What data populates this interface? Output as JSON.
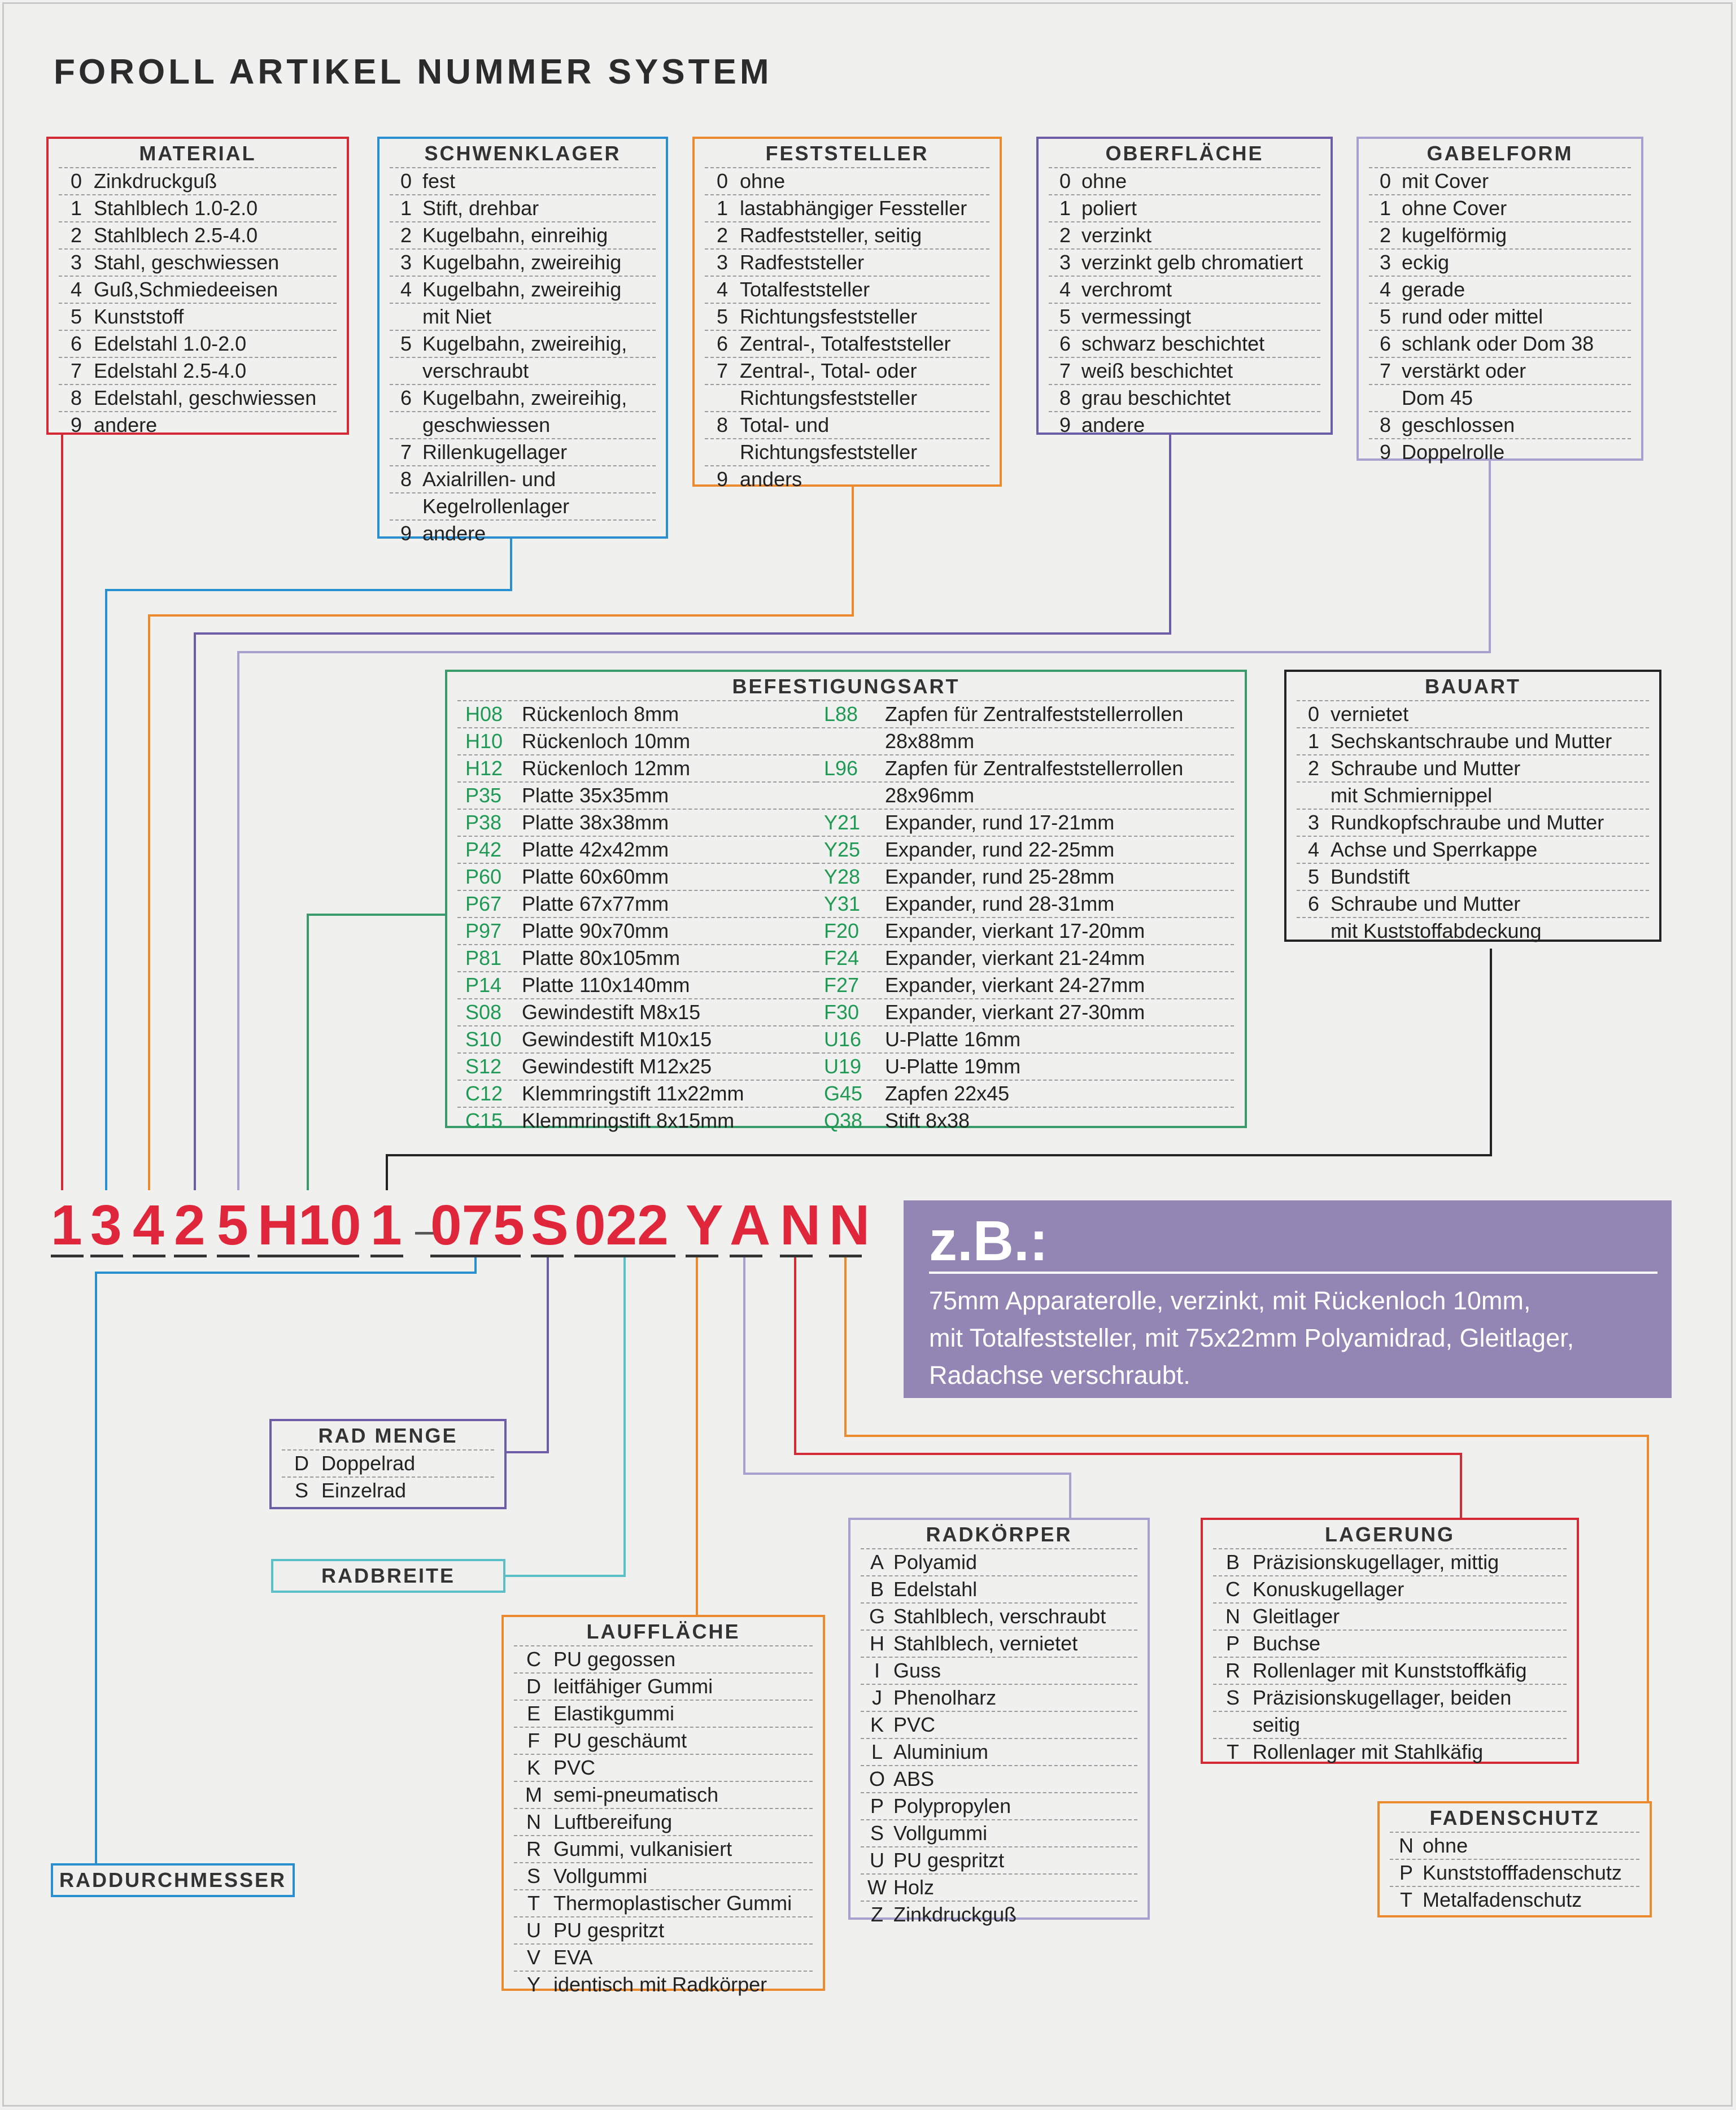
{
  "title": "FOROLL ARTIKEL NUMMER SYSTEM",
  "colors": {
    "material": "#d42a36",
    "schwenklager": "#2a8fd0",
    "feststeller": "#ec8a2e",
    "oberflaeche": "#6d5ca7",
    "gabelform": "#a8a1d0",
    "befestigung": "#3a9a6a",
    "bauart": "#222222",
    "radmenge": "#6d5ca7",
    "radbreite": "#5bbfc7",
    "laufflaeche": "#ec8a2e",
    "radkoerper": "#a8a1d0",
    "lagerung": "#d42a36",
    "fadenschutz": "#ec8a2e",
    "raddurchmesser": "#2a8fd0",
    "code_red": "#e0263a",
    "example_bg": "#9386b4"
  },
  "material": {
    "title": "MATERIAL",
    "items": [
      {
        "code": "0",
        "text": "Zinkdruckguß"
      },
      {
        "code": "1",
        "text": "Stahlblech 1.0-2.0"
      },
      {
        "code": "2",
        "text": "Stahlblech 2.5-4.0"
      },
      {
        "code": "3",
        "text": "Stahl, geschwiessen"
      },
      {
        "code": "4",
        "text": "Guß,Schmiedeeisen"
      },
      {
        "code": "5",
        "text": "Kunststoff"
      },
      {
        "code": "6",
        "text": "Edelstahl 1.0-2.0"
      },
      {
        "code": "7",
        "text": "Edelstahl 2.5-4.0"
      },
      {
        "code": "8",
        "text": "Edelstahl, geschwiessen"
      },
      {
        "code": "9",
        "text": "andere"
      }
    ]
  },
  "schwenklager": {
    "title": "SCHWENKLAGER",
    "items": [
      {
        "code": "0",
        "text": "fest"
      },
      {
        "code": "1",
        "text": "Stift, drehbar"
      },
      {
        "code": "2",
        "text": "Kugelbahn, einreihig"
      },
      {
        "code": "3",
        "text": "Kugelbahn, zweireihig"
      },
      {
        "code": "4",
        "text": "Kugelbahn, zweireihig"
      },
      {
        "code": "",
        "text": "mit Niet"
      },
      {
        "code": "5",
        "text": "Kugelbahn, zweireihig,"
      },
      {
        "code": "",
        "text": "verschraubt"
      },
      {
        "code": "6",
        "text": "Kugelbahn, zweireihig,"
      },
      {
        "code": "",
        "text": "geschwiessen"
      },
      {
        "code": "7",
        "text": "Rillenkugellager"
      },
      {
        "code": "8",
        "text": "Axialrillen- und"
      },
      {
        "code": "",
        "text": "Kegelrollenlager"
      },
      {
        "code": "9",
        "text": "andere"
      }
    ]
  },
  "feststeller": {
    "title": "FESTSTELLER",
    "items": [
      {
        "code": "0",
        "text": "ohne"
      },
      {
        "code": "1",
        "text": "lastabhängiger Fessteller"
      },
      {
        "code": "2",
        "text": "Radfeststeller, seitig"
      },
      {
        "code": "3",
        "text": "Radfeststeller"
      },
      {
        "code": "4",
        "text": "Totalfeststeller"
      },
      {
        "code": "5",
        "text": "Richtungsfeststeller"
      },
      {
        "code": "6",
        "text": "Zentral-, Totalfeststeller"
      },
      {
        "code": "7",
        "text": "Zentral-, Total- oder"
      },
      {
        "code": "",
        "text": "Richtungsfeststeller"
      },
      {
        "code": "8",
        "text": "Total- und"
      },
      {
        "code": "",
        "text": "Richtungsfeststeller"
      },
      {
        "code": "9",
        "text": "anders"
      }
    ]
  },
  "oberflaeche": {
    "title": "OBERFLÄCHE",
    "items": [
      {
        "code": "0",
        "text": "ohne"
      },
      {
        "code": "1",
        "text": "poliert"
      },
      {
        "code": "2",
        "text": "verzinkt"
      },
      {
        "code": "3",
        "text": "verzinkt gelb chromatiert"
      },
      {
        "code": "4",
        "text": "verchromt"
      },
      {
        "code": "5",
        "text": "vermessingt"
      },
      {
        "code": "6",
        "text": "schwarz beschichtet"
      },
      {
        "code": "7",
        "text": "weiß beschichtet"
      },
      {
        "code": "8",
        "text": "grau beschichtet"
      },
      {
        "code": "9",
        "text": "andere"
      }
    ]
  },
  "gabelform": {
    "title": "GABELFORM",
    "items": [
      {
        "code": "0",
        "text": "mit Cover"
      },
      {
        "code": "1",
        "text": "ohne Cover"
      },
      {
        "code": "2",
        "text": "kugelförmig"
      },
      {
        "code": "3",
        "text": "eckig"
      },
      {
        "code": "4",
        "text": "gerade"
      },
      {
        "code": "5",
        "text": "rund oder mittel"
      },
      {
        "code": "6",
        "text": "schlank oder Dom 38"
      },
      {
        "code": "7",
        "text": "verstärkt oder"
      },
      {
        "code": "",
        "text": "Dom 45"
      },
      {
        "code": "8",
        "text": "geschlossen"
      },
      {
        "code": "9",
        "text": "Doppelrolle"
      }
    ]
  },
  "befestigung": {
    "title": "BEFESTIGUNGSART",
    "left": [
      {
        "code": "H08",
        "text": "Rückenloch 8mm"
      },
      {
        "code": "H10",
        "text": "Rückenloch 10mm"
      },
      {
        "code": "H12",
        "text": "Rückenloch 12mm"
      },
      {
        "code": "P35",
        "text": "Platte 35x35mm"
      },
      {
        "code": "P38",
        "text": "Platte 38x38mm"
      },
      {
        "code": "P42",
        "text": "Platte 42x42mm"
      },
      {
        "code": "P60",
        "text": "Platte 60x60mm"
      },
      {
        "code": "P67",
        "text": "Platte 67x77mm"
      },
      {
        "code": "P97",
        "text": "Platte 90x70mm"
      },
      {
        "code": "P81",
        "text": "Platte 80x105mm"
      },
      {
        "code": "P14",
        "text": "Platte 110x140mm"
      },
      {
        "code": "S08",
        "text": "Gewindestift M8x15"
      },
      {
        "code": "S10",
        "text": "Gewindestift M10x15"
      },
      {
        "code": "S12",
        "text": "Gewindestift M12x25"
      },
      {
        "code": "C12",
        "text": "Klemmringstift 11x22mm"
      },
      {
        "code": "C15",
        "text": "Klemmringstift 8x15mm"
      }
    ],
    "right": [
      {
        "code": "L88",
        "text": "Zapfen für Zentralfeststellerrollen"
      },
      {
        "code": "",
        "text": "28x88mm"
      },
      {
        "code": "L96",
        "text": "Zapfen für Zentralfeststellerrollen"
      },
      {
        "code": "",
        "text": "28x96mm"
      },
      {
        "code": "Y21",
        "text": "Expander, rund 17-21mm"
      },
      {
        "code": "Y25",
        "text": "Expander, rund 22-25mm"
      },
      {
        "code": "Y28",
        "text": "Expander, rund 25-28mm"
      },
      {
        "code": "Y31",
        "text": "Expander, rund 28-31mm"
      },
      {
        "code": "F20",
        "text": "Expander, vierkant 17-20mm"
      },
      {
        "code": "F24",
        "text": "Expander, vierkant 21-24mm"
      },
      {
        "code": "F27",
        "text": "Expander, vierkant 24-27mm"
      },
      {
        "code": "F30",
        "text": "Expander, vierkant 27-30mm"
      },
      {
        "code": "U16",
        "text": "U-Platte 16mm"
      },
      {
        "code": "U19",
        "text": "U-Platte 19mm"
      },
      {
        "code": "G45",
        "text": "Zapfen 22x45"
      },
      {
        "code": "Q38",
        "text": "Stift 8x38"
      }
    ]
  },
  "bauart": {
    "title": "BAUART",
    "items": [
      {
        "code": "0",
        "text": "vernietet"
      },
      {
        "code": "1",
        "text": "Sechskantschraube und Mutter"
      },
      {
        "code": "2",
        "text": "Schraube und Mutter"
      },
      {
        "code": "",
        "text": "mit Schmiernippel"
      },
      {
        "code": "3",
        "text": "Rundkopfschraube und Mutter"
      },
      {
        "code": "4",
        "text": "Achse und Sperrkappe"
      },
      {
        "code": "5",
        "text": "Bundstift"
      },
      {
        "code": "6",
        "text": "Schraube und Mutter"
      },
      {
        "code": "",
        "text": "mit Kuststoffabdeckung"
      }
    ]
  },
  "code": {
    "segments": [
      "1",
      "3",
      "4",
      "2",
      "5",
      "H10",
      "1",
      "–",
      "075",
      "S",
      "022",
      "Y",
      "A",
      "N",
      "N"
    ]
  },
  "example": {
    "title": "z.B.:",
    "lines": [
      "75mm Apparaterolle, verzinkt, mit Rückenloch 10mm,",
      "mit Totalfeststeller, mit 75x22mm Polyamidrad, Gleitlager,",
      "Radachse verschraubt."
    ]
  },
  "radmenge": {
    "title": "RAD MENGE",
    "items": [
      {
        "code": "D",
        "text": "Doppelrad"
      },
      {
        "code": "S",
        "text": "Einzelrad"
      }
    ]
  },
  "radbreite": {
    "title": "RADBREITE"
  },
  "raddurchmesser": {
    "title": "RADDURCHMESSER"
  },
  "laufflaeche": {
    "title": "LAUFFLÄCHE",
    "items": [
      {
        "code": "C",
        "text": "PU gegossen"
      },
      {
        "code": "D",
        "text": "leitfähiger Gummi"
      },
      {
        "code": "E",
        "text": "Elastikgummi"
      },
      {
        "code": "F",
        "text": "PU geschäumt"
      },
      {
        "code": "K",
        "text": "PVC"
      },
      {
        "code": "M",
        "text": "semi-pneumatisch"
      },
      {
        "code": "N",
        "text": "Luftbereifung"
      },
      {
        "code": "R",
        "text": "Gummi, vulkanisiert"
      },
      {
        "code": "S",
        "text": "Vollgummi"
      },
      {
        "code": "T",
        "text": "Thermoplastischer Gummi"
      },
      {
        "code": "U",
        "text": "PU gespritzt"
      },
      {
        "code": "V",
        "text": "EVA"
      },
      {
        "code": "Y",
        "text": "identisch mit Radkörper"
      }
    ]
  },
  "radkoerper": {
    "title": "RADKÖRPER",
    "items": [
      {
        "code": "A",
        "text": "Polyamid"
      },
      {
        "code": "B",
        "text": "Edelstahl"
      },
      {
        "code": "G",
        "text": "Stahlblech, verschraubt"
      },
      {
        "code": "H",
        "text": "Stahlblech, vernietet"
      },
      {
        "code": "I",
        "text": "Guss"
      },
      {
        "code": "J",
        "text": "Phenolharz"
      },
      {
        "code": "K",
        "text": "PVC"
      },
      {
        "code": "L",
        "text": "Aluminium"
      },
      {
        "code": "O",
        "text": "ABS"
      },
      {
        "code": "P",
        "text": "Polypropylen"
      },
      {
        "code": "S",
        "text": "Vollgummi"
      },
      {
        "code": "U",
        "text": "PU gespritzt"
      },
      {
        "code": "W",
        "text": "Holz"
      },
      {
        "code": "Z",
        "text": "Zinkdruckguß"
      }
    ]
  },
  "lagerung": {
    "title": "LAGERUNG",
    "items": [
      {
        "code": "B",
        "text": "Präzisionskugellager, mittig"
      },
      {
        "code": "C",
        "text": "Konuskugellager"
      },
      {
        "code": "N",
        "text": "Gleitlager"
      },
      {
        "code": "P",
        "text": "Buchse"
      },
      {
        "code": "R",
        "text": "Rollenlager mit Kunststoffkäfig"
      },
      {
        "code": "S",
        "text": "Präzisionskugellager, beiden"
      },
      {
        "code": "",
        "text": "seitig"
      },
      {
        "code": "T",
        "text": "Rollenlager mit Stahlkäfig"
      }
    ]
  },
  "fadenschutz": {
    "title": "FADENSCHUTZ",
    "items": [
      {
        "code": "N",
        "text": "ohne"
      },
      {
        "code": "P",
        "text": "Kunststofffadenschutz"
      },
      {
        "code": "T",
        "text": "Metalfadenschutz"
      }
    ]
  }
}
